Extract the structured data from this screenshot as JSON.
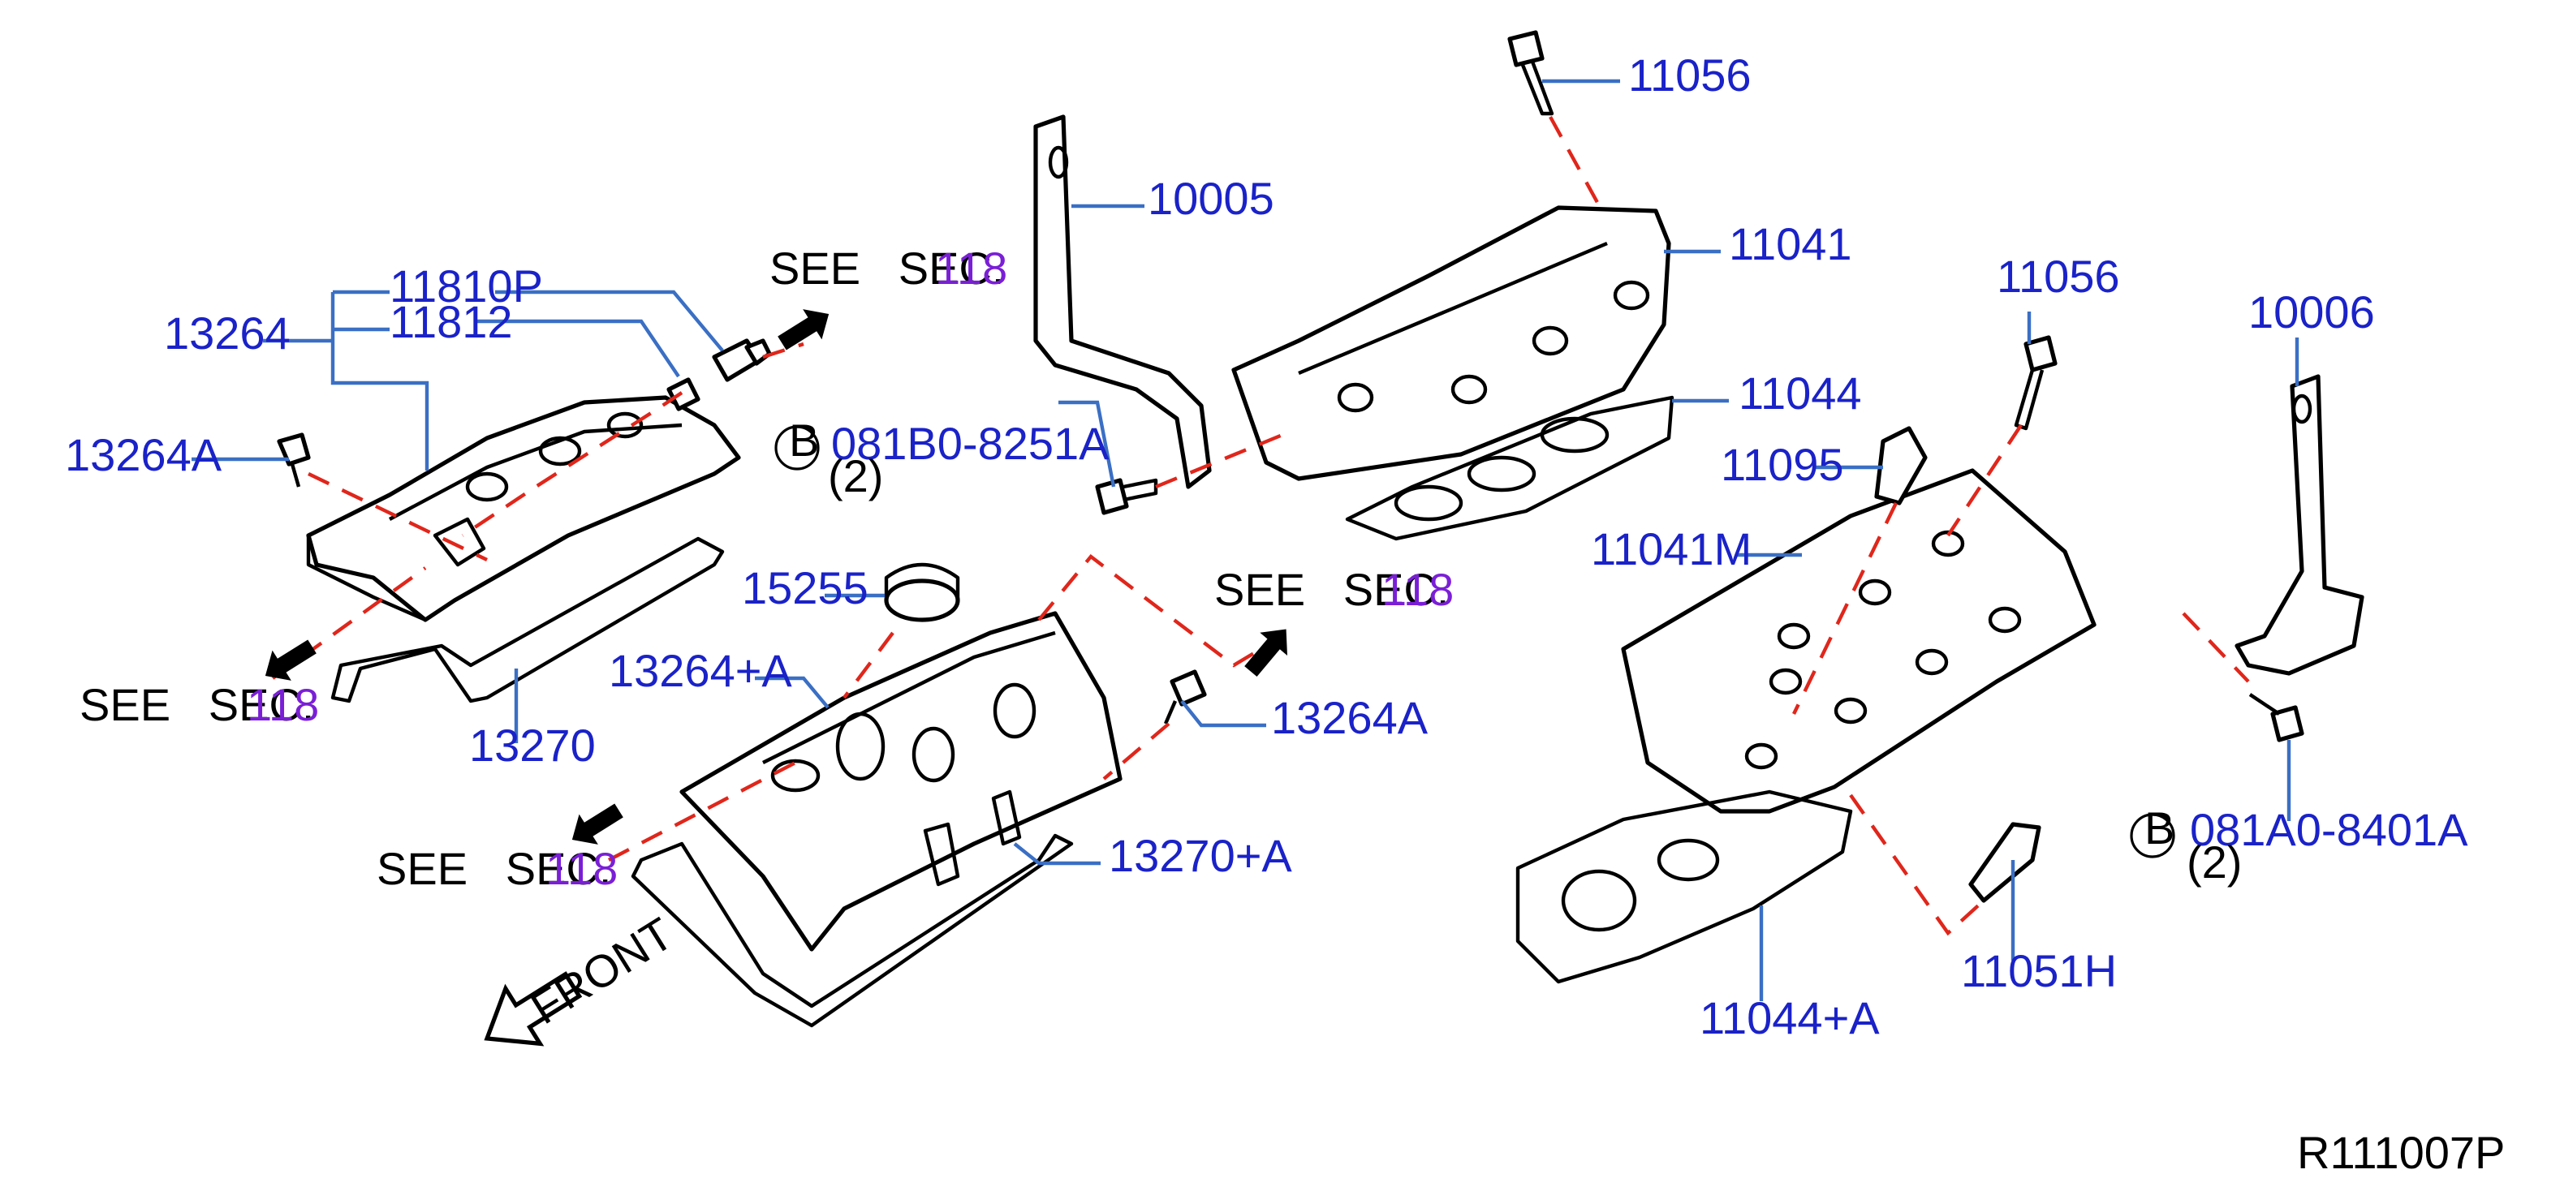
{
  "labels": {
    "p13264": "13264",
    "p11810p": "11810P",
    "p11812": "11812",
    "p13264a_left": "13264A",
    "p13270": "13270",
    "p15255": "15255",
    "p13264plusa": "13264+A",
    "p13264a_mid": "13264A",
    "p13270plusa": "13270+A",
    "p10005": "10005",
    "p081b0": "081B0-8251A",
    "p081b0_qty": "(2)",
    "p11056_top": "11056",
    "p11041": "11041",
    "p11044": "11044",
    "p11056_right": "11056",
    "p11095": "11095",
    "p11041m": "11041M",
    "p11044plusa": "11044+A",
    "p11051h": "11051H",
    "p10006": "10006",
    "p081a0": "081A0-8401A",
    "p081a0_qty": "(2)",
    "circle_b": "B",
    "see_sec": "SEE   SEC.",
    "sec_num": "118",
    "front": "FRONT",
    "ref_code": "R111007P"
  }
}
